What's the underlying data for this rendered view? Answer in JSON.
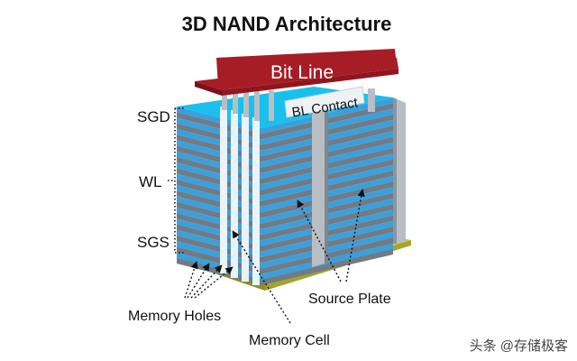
{
  "title": "3D NAND Architecture",
  "labels": {
    "bit_line": "Bit Line",
    "bl_contact": "BL Contact",
    "sgd": "SGD",
    "wl": "WL",
    "sgs": "SGS",
    "memory_holes": "Memory Holes",
    "memory_cell": "Memory Cell",
    "source_plate": "Source Plate"
  },
  "watermark": "头条 @存储极客",
  "colors": {
    "bit_line_top": "#a71d25",
    "bit_line_side": "#7c1218",
    "layer_blue": "#3aa0dc",
    "layer_gray": "#707b86",
    "pillar": "#b8bec4",
    "plate_green": "#c8c83a",
    "cyan_top": "#19c0ee"
  }
}
